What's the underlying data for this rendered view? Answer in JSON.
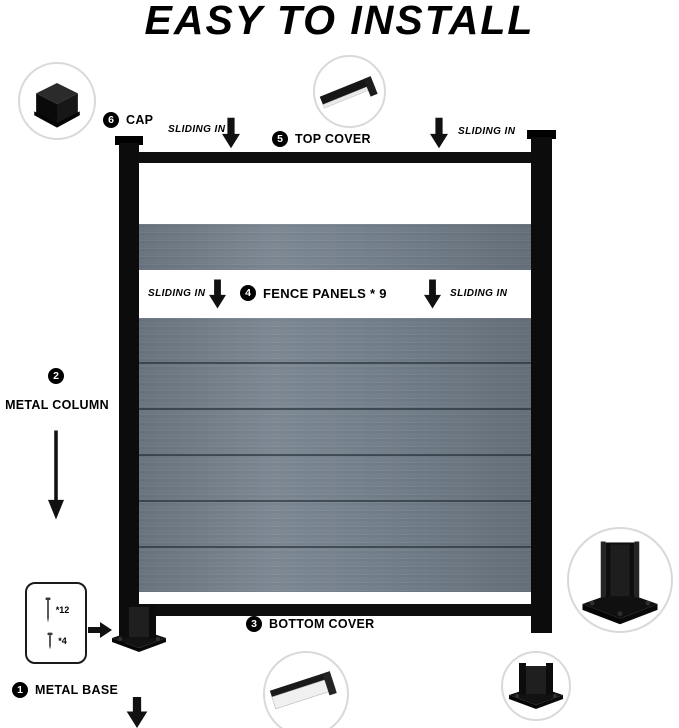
{
  "title": "EASY TO INSTALL",
  "sliding_label": "SLIDING IN",
  "steps": {
    "metal_base": {
      "num": "1",
      "label": "METAL BASE"
    },
    "metal_column": {
      "num": "2",
      "label": "METAL COLUMN"
    },
    "bottom_cover": {
      "num": "3",
      "label": "BOTTOM COVER"
    },
    "fence_panels": {
      "num": "4",
      "label": "FENCE PANELS * 9"
    },
    "top_cover": {
      "num": "5",
      "label": "TOP COVER"
    },
    "cap": {
      "num": "6",
      "label": "CAP"
    }
  },
  "hardware_box": {
    "long_screws": "*12",
    "short_screws": "*4"
  },
  "colors": {
    "panel": "#76828E",
    "panel_seam": "#1C262E",
    "post": "#0C0C0C",
    "badge_bg": "#000000",
    "badge_fg": "#FFFFFF",
    "inset_border": "#D9D9D9"
  }
}
